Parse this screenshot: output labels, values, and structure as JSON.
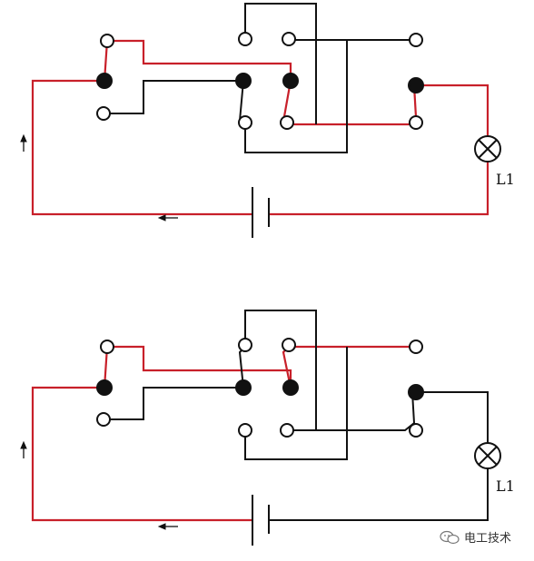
{
  "diagrams": [
    {
      "lamp_label": "L1",
      "lamp_on": true
    },
    {
      "lamp_label": "L1",
      "lamp_on": false
    }
  ],
  "colors": {
    "live": "#c8202a",
    "wire": "#111111",
    "contact": "#111111"
  },
  "watermark": {
    "text": "电工技术",
    "icon": "wechat-icon"
  }
}
